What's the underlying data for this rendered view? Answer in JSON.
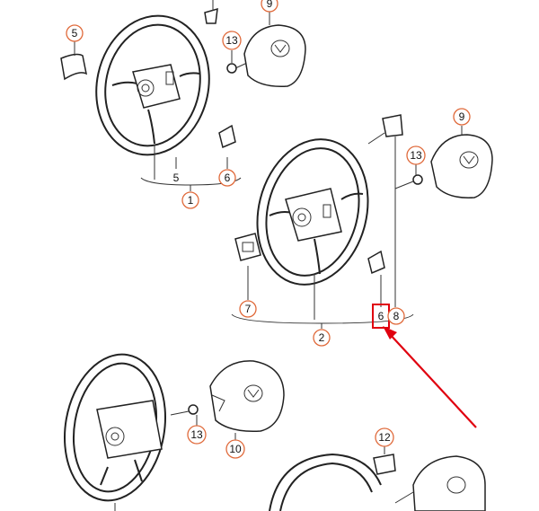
{
  "callouts": [
    {
      "id": "c5a",
      "label": "5"
    },
    {
      "id": "c13a",
      "label": "13"
    },
    {
      "id": "c9a",
      "label": "9"
    },
    {
      "id": "c5b",
      "label": "5"
    },
    {
      "id": "c6a",
      "label": "6"
    },
    {
      "id": "c1",
      "label": "1"
    },
    {
      "id": "c9b",
      "label": "9"
    },
    {
      "id": "c13b",
      "label": "13"
    },
    {
      "id": "c7",
      "label": "7"
    },
    {
      "id": "c6b",
      "label": "6"
    },
    {
      "id": "c8",
      "label": "8"
    },
    {
      "id": "c2",
      "label": "2"
    },
    {
      "id": "c13c",
      "label": "13"
    },
    {
      "id": "c10",
      "label": "10"
    },
    {
      "id": "c12",
      "label": "12"
    }
  ],
  "highlight_target": "6",
  "colors": {
    "callout_border": "#e06a3b",
    "highlight": "#e0000f",
    "line": "#333333"
  }
}
